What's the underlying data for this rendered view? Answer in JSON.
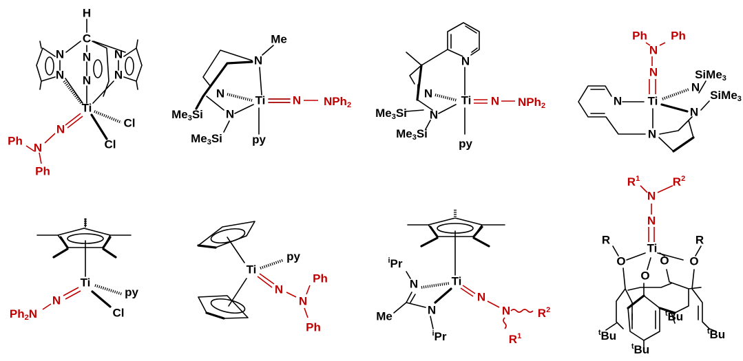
{
  "colors": {
    "ligand": "#c00000",
    "bond": "#000000"
  },
  "s1": {
    "H": "H",
    "C": "C",
    "N": "N",
    "Ti": "Ti",
    "Cl": "Cl",
    "Ph": "Ph"
  },
  "s2": {
    "Me": "Me",
    "N": "N",
    "Ti": "Ti",
    "NPh": "NPh",
    "sub2": "2",
    "Me3Si_a": "Me",
    "sub3": "3",
    "Si": "Si",
    "py": "py"
  },
  "s3": {
    "N": "N",
    "Ti": "Ti",
    "NPh": "NPh",
    "sub2": "2",
    "Me": "Me",
    "sub3": "3",
    "Si": "Si",
    "py": "py"
  },
  "s4": {
    "Ph": "Ph",
    "N": "N",
    "Ti": "Ti",
    "SiMe": "SiMe",
    "sub3": "3"
  },
  "s5": {
    "Ti": "Ti",
    "py": "py",
    "Cl": "Cl",
    "N": "N",
    "Ph": "Ph",
    "sub2": "2"
  },
  "s6": {
    "Ti": "Ti",
    "py": "py",
    "N": "N",
    "Ph": "Ph"
  },
  "s7": {
    "Ti": "Ti",
    "i": "i",
    "Pr": "Pr",
    "N": "N",
    "Me": "Me",
    "R": "R",
    "sup1": "1",
    "sup2": "2"
  },
  "s8": {
    "R": "R",
    "sup1": "1",
    "sup2": "2",
    "N": "N",
    "Ti": "Ti",
    "O": "O",
    "t": "t",
    "Bu": "Bu"
  }
}
